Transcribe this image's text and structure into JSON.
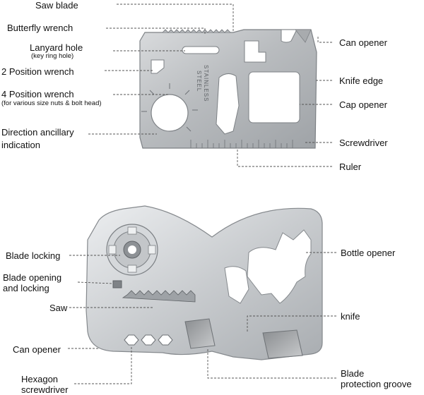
{
  "top_card": {
    "left_labels": [
      {
        "text": "Saw blade"
      },
      {
        "text": "Butterfly wrench"
      },
      {
        "text": "Lanyard hole",
        "sub": "(key ring hole)"
      },
      {
        "text": "2 Position wrench"
      },
      {
        "text": "4 Position wrench",
        "sub": "(for various size nuts & bolt head)"
      },
      {
        "text": "Direction ancillary",
        "text2": "indication"
      }
    ],
    "right_labels": [
      {
        "text": "Can opener"
      },
      {
        "text": "Knife edge"
      },
      {
        "text": "Cap opener"
      },
      {
        "text": "Screwdriver"
      },
      {
        "text": "Ruler"
      }
    ],
    "engraving": [
      "STAINLESS",
      "STEEL"
    ]
  },
  "bottom_card": {
    "left_labels": [
      {
        "text": "Blade locking"
      },
      {
        "text": "Blade opening",
        "text2": "and locking"
      },
      {
        "text": "Saw"
      },
      {
        "text": "Can opener"
      },
      {
        "text": "Hexagon",
        "text2": "screwdriver"
      }
    ],
    "right_labels": [
      {
        "text": "Bottle opener"
      },
      {
        "text": "knife"
      },
      {
        "text": "Blade",
        "text2": "protection groove"
      }
    ]
  }
}
